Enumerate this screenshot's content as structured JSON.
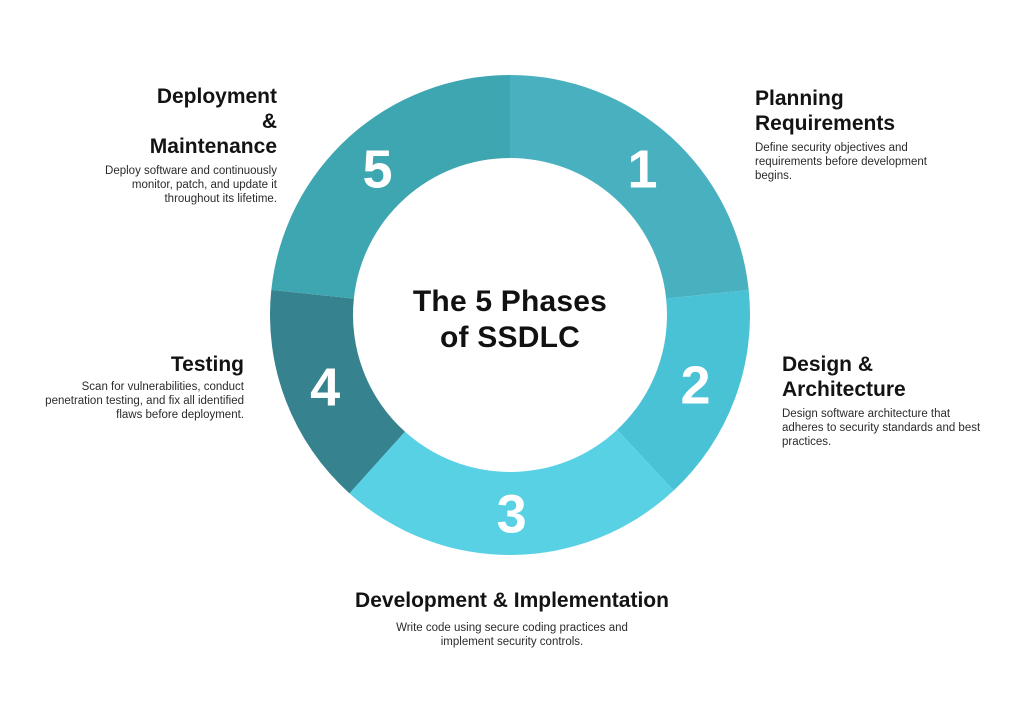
{
  "title": {
    "text": "The 5 Phases of SSDLC"
  },
  "chart_data": {
    "type": "donut",
    "title": "The 5 Phases of SSDLC",
    "outer_radius": 240,
    "inner_radius": 157,
    "number_radius": 198,
    "number_color": "#ffffff",
    "center_color": "#ffffff",
    "segments": [
      {
        "number": "1",
        "label": "Planning Requirements",
        "description": "Define security objectives and requirements before development begins.",
        "color": "#49B0BF",
        "start_angle": 0,
        "end_angle": 84
      },
      {
        "number": "2",
        "label": "Design & Architecture",
        "description": "Design software architecture that adheres to security standards and best practices.",
        "color": "#4AC2D6",
        "start_angle": 84,
        "end_angle": 137
      },
      {
        "number": "3",
        "label": "Development & Implementation",
        "description": "Write code using secure coding practices and implement security controls.",
        "color": "#59D1E5",
        "start_angle": 137,
        "end_angle": 222
      },
      {
        "number": "4",
        "label": "Testing",
        "description": "Scan for vulnerabilities, conduct penetration testing, and fix all identified flaws before deployment.",
        "color": "#36828F",
        "start_angle": 222,
        "end_angle": 276
      },
      {
        "number": "5",
        "label": "Deployment & Maintenance",
        "description": "Deploy software and continuously monitor, patch, and update it throughout its lifetime.",
        "color": "#3EA6B1",
        "start_angle": 276,
        "end_angle": 360
      }
    ]
  }
}
